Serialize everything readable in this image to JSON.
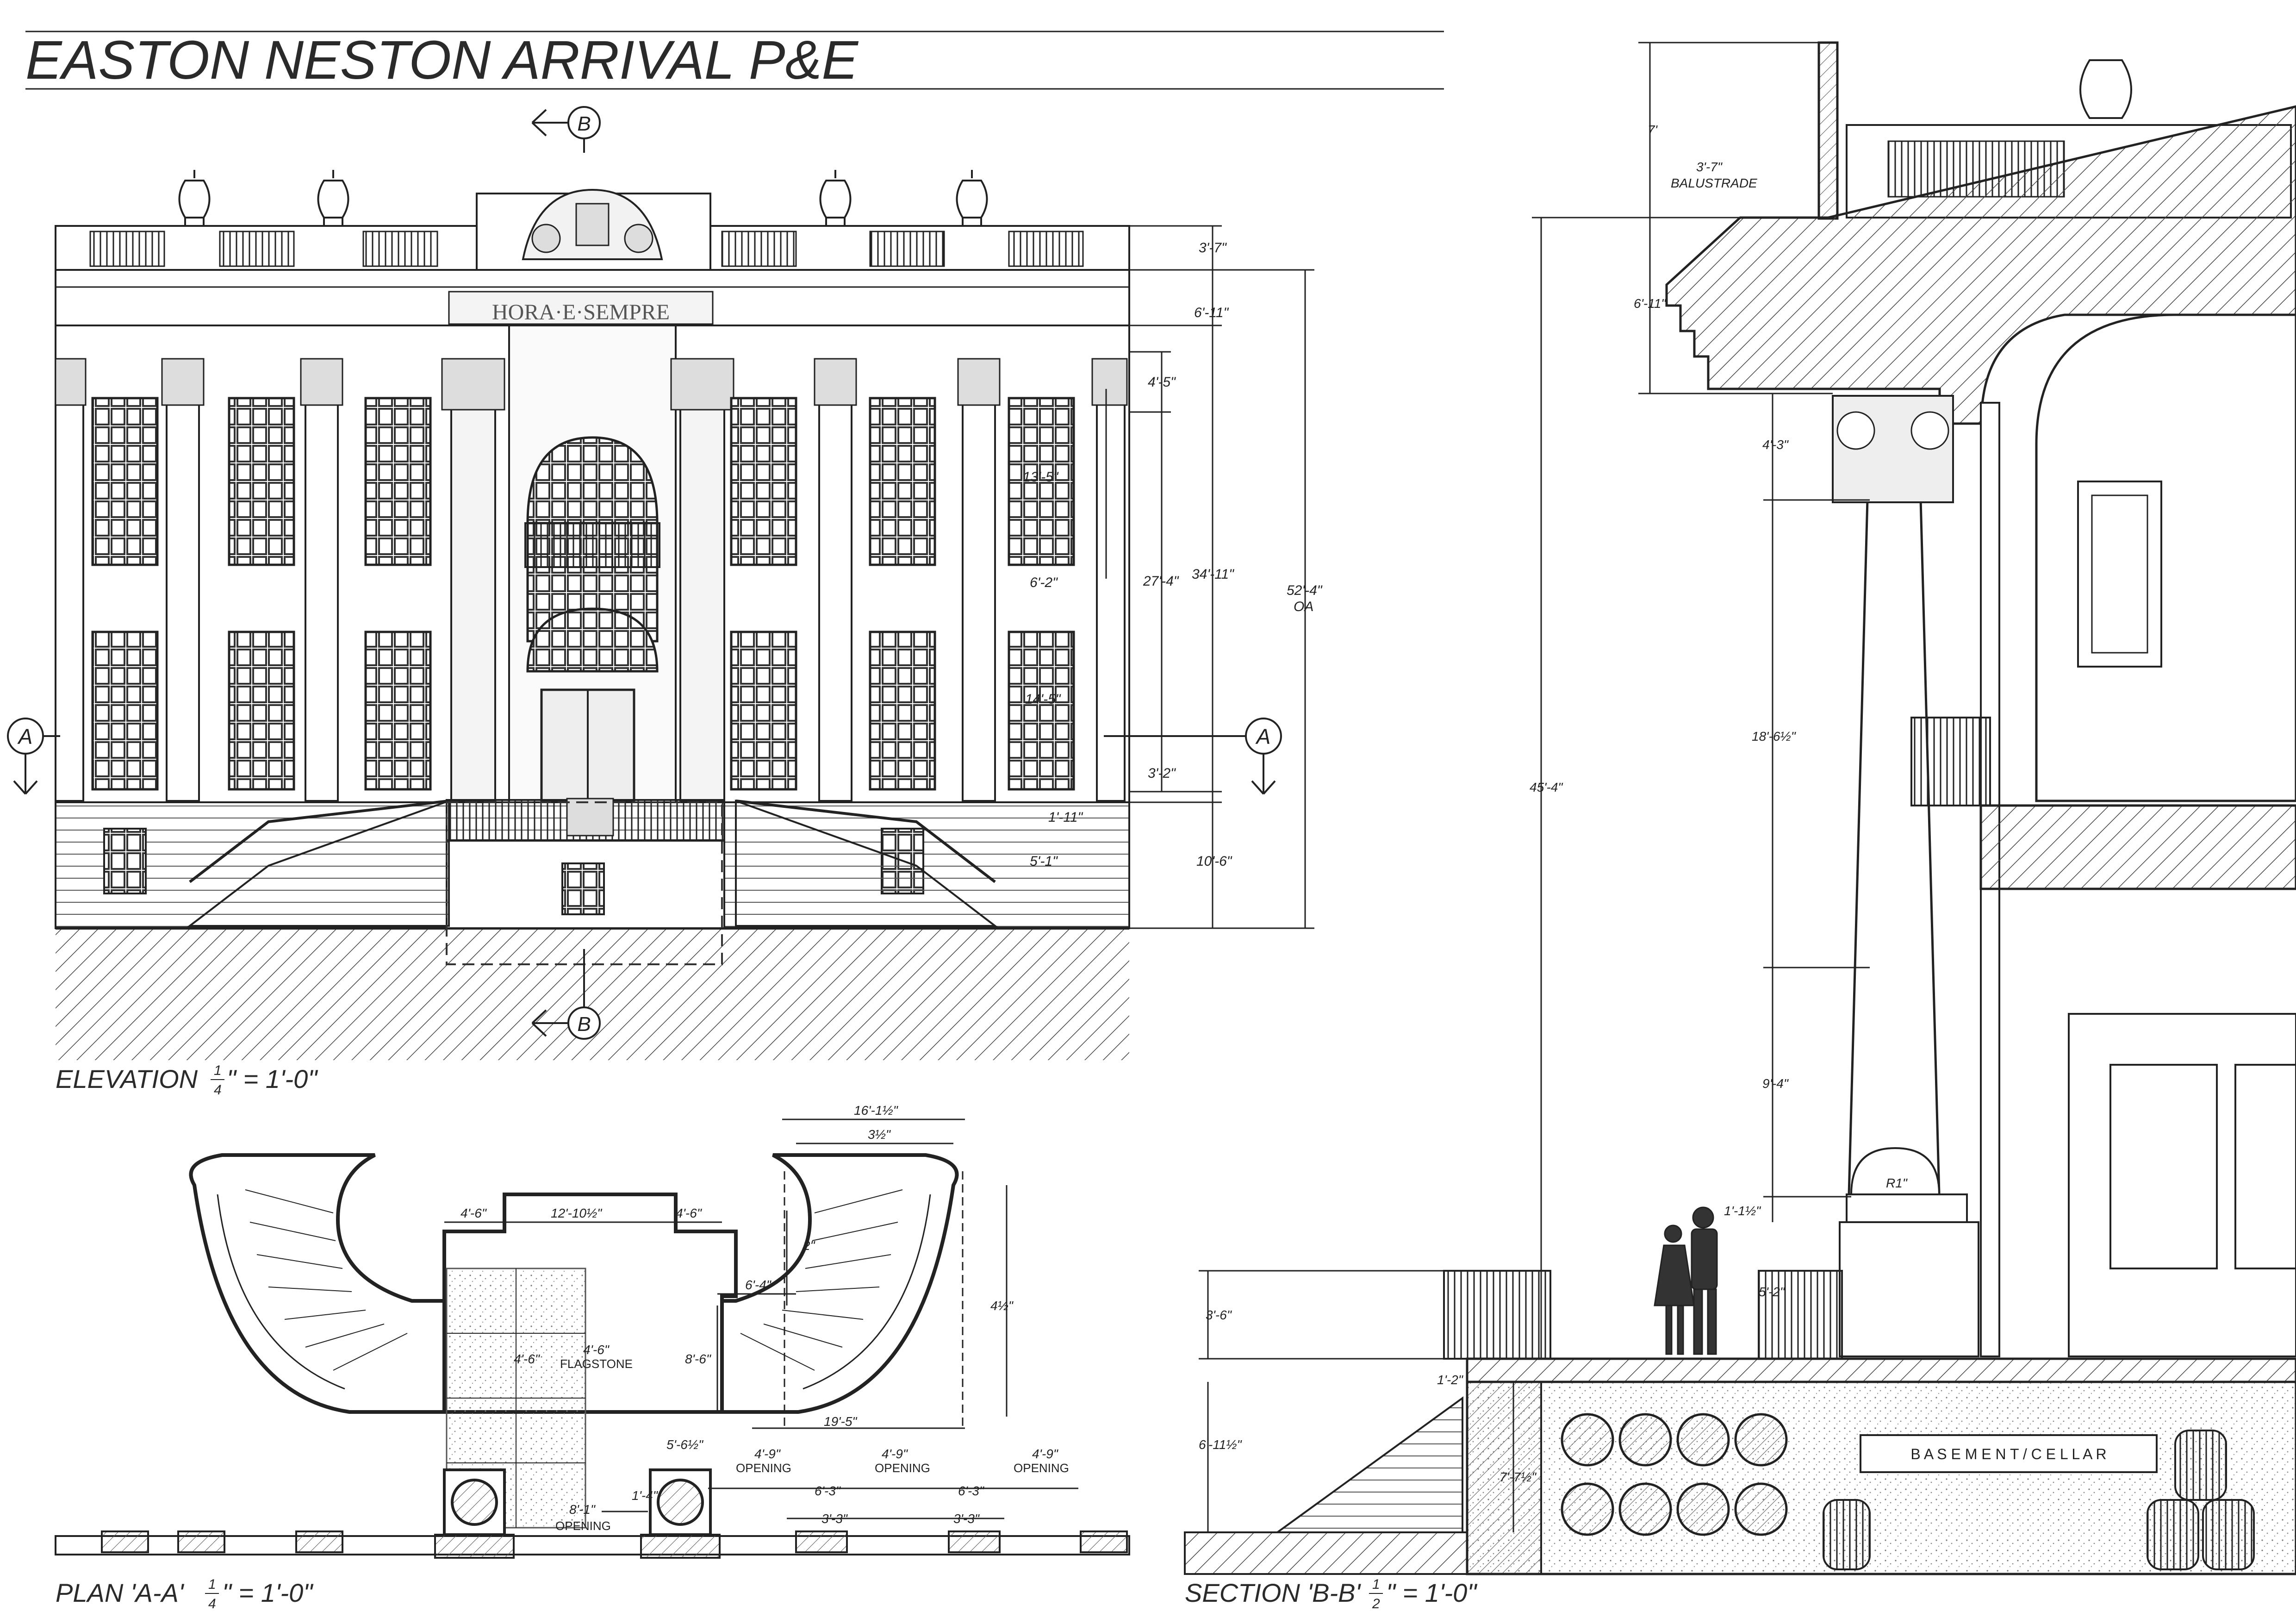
{
  "sheet": {
    "title": "EASTON NESTON ARRIVAL P&E"
  },
  "elevation": {
    "label": "ELEVATION",
    "scale_num": "1",
    "scale_den": "4",
    "scale_rest": "\" = 1'-0\"",
    "inscription": "HORA·E·SEMPRE",
    "section_marker": "B",
    "cut_marker": "A",
    "dims": {
      "d1": "3'-7\"",
      "d2": "6'-11\"",
      "d3": "4'-5\"",
      "d4": "27'-4\"",
      "d5": "34'-11\"",
      "d6": "52'-4\"",
      "d6b": "OA",
      "d7": "3'-2\"",
      "d8": "10'-6\"",
      "d9": "13'-5\"",
      "d10": "6'-2\"",
      "d11": "14'-5\"",
      "d12": "1'-11\"",
      "d13": "5'-1\""
    }
  },
  "plan": {
    "label": "PLAN 'A-A'",
    "scale_num": "1",
    "scale_den": "4",
    "scale_rest": "\" = 1'-0\"",
    "dims": {
      "p1": "4'-6\"",
      "p2": "12'-10½\"",
      "p3": "4'-6\"",
      "p4": "16'-1½\"",
      "p5": "3½\"",
      "p6": "2\"",
      "p7": "4½\"",
      "p8": "6'-4\"",
      "p9": "8'-6\"",
      "p10": "19'-5\"",
      "p11": "4'-6\"",
      "p12": "4'-6\"",
      "p13": "5'-6½\"",
      "p14": "4'-9\"",
      "p15": "4'-9\"",
      "p16": "4'-9\"",
      "p17": "6'-3\"",
      "p18": "6'-3\"",
      "p19": "3'-3\"",
      "p20": "3'-3\"",
      "p21": "8'-1\"",
      "p22": "1'-4\""
    },
    "labels": {
      "flagstone": "FLAGSTONE",
      "opening": "OPENING"
    }
  },
  "section": {
    "label": "SECTION 'B-B'",
    "scale_num": "1",
    "scale_den": "2",
    "scale_rest": "\" = 1'-0\"",
    "dims": {
      "s1": "7'",
      "s2": "3'-7\"",
      "s2b": "BALUSTRADE",
      "s3": "6'-11\"",
      "s4": "4'-3\"",
      "s5": "18'-6½\"",
      "s6": "45'-4\"",
      "s7": "9'-4\"",
      "s8": "1'-1½\"",
      "s9": "R1\"",
      "s10": "3'-6\"",
      "s11": "5'-2\"",
      "s12": "1'-2\"",
      "s13": "6'-11½\"",
      "s14": "7'-7½\""
    },
    "basement_label": "B A S E M E N T   /   C E L L A R"
  }
}
